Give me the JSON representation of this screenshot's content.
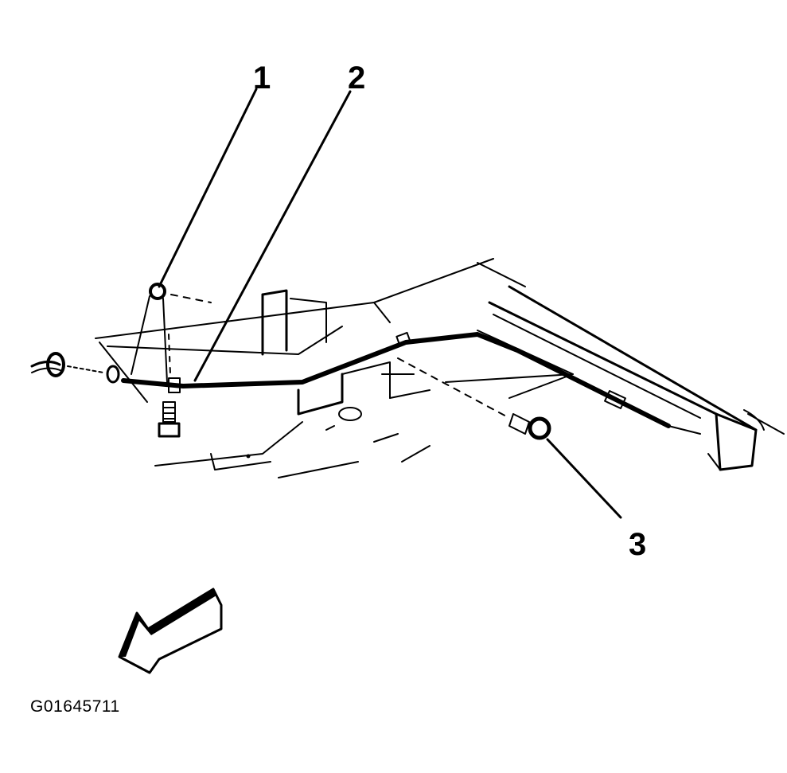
{
  "callouts": [
    {
      "number": "1"
    },
    {
      "number": "2"
    },
    {
      "number": "3"
    }
  ],
  "figure_id": "G01645711",
  "colors": {
    "ink": "#000000",
    "paper": "#ffffff"
  }
}
